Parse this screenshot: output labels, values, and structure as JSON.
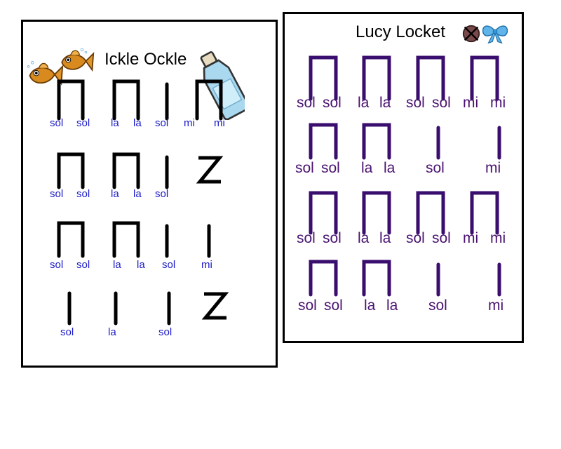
{
  "colors": {
    "left_notation": "#000000",
    "left_syllables": "#1a1ac8",
    "right_notation": "#3a0e6e",
    "right_syllables": "#4a1270"
  },
  "left_card": {
    "title": "Ickle Ockle",
    "icons": [
      "fish-icon",
      "fish-icon",
      "bottle-icon"
    ],
    "rows": [
      {
        "symbols": [
          "ti-ti",
          "ti-ti",
          "ta",
          "ti-ti"
        ],
        "syllables": [
          "sol",
          "sol",
          "la",
          "la",
          "sol",
          "mi",
          "mi"
        ]
      },
      {
        "symbols": [
          "ti-ti",
          "ti-ti",
          "ta",
          "rest"
        ],
        "syllables": [
          "sol",
          "sol",
          "la",
          "la",
          "sol"
        ]
      },
      {
        "symbols": [
          "ti-ti",
          "ti-ti",
          "ta",
          "ta"
        ],
        "syllables": [
          "sol",
          "sol",
          "la",
          "la",
          "sol",
          "mi"
        ]
      },
      {
        "symbols": [
          "ta",
          "ta",
          "ta",
          "rest"
        ],
        "syllables": [
          "sol",
          "la",
          "sol"
        ]
      }
    ]
  },
  "right_card": {
    "title": "Lucy Locket",
    "icons": [
      "crossed-out-locket-icon",
      "bow-icon"
    ],
    "rows": [
      {
        "symbols": [
          "ti-ti",
          "ti-ti",
          "ti-ti",
          "ti-ti"
        ],
        "syllables": [
          "sol",
          "sol",
          "la",
          "la",
          "sol",
          "sol",
          "mi",
          "mi"
        ]
      },
      {
        "symbols": [
          "ti-ti",
          "ti-ti",
          "ta",
          "ta"
        ],
        "syllables": [
          "sol",
          "sol",
          "la",
          "la",
          "sol",
          "mi"
        ]
      },
      {
        "symbols": [
          "ti-ti",
          "ti-ti",
          "ti-ti",
          "ti-ti"
        ],
        "syllables": [
          "sol",
          "sol",
          "la",
          "la",
          "sol",
          "sol",
          "mi",
          "mi"
        ]
      },
      {
        "symbols": [
          "ti-ti",
          "ti-ti",
          "ta",
          "ta"
        ],
        "syllables": [
          "sol",
          "sol",
          "la",
          "la",
          "sol",
          "mi"
        ]
      }
    ]
  }
}
